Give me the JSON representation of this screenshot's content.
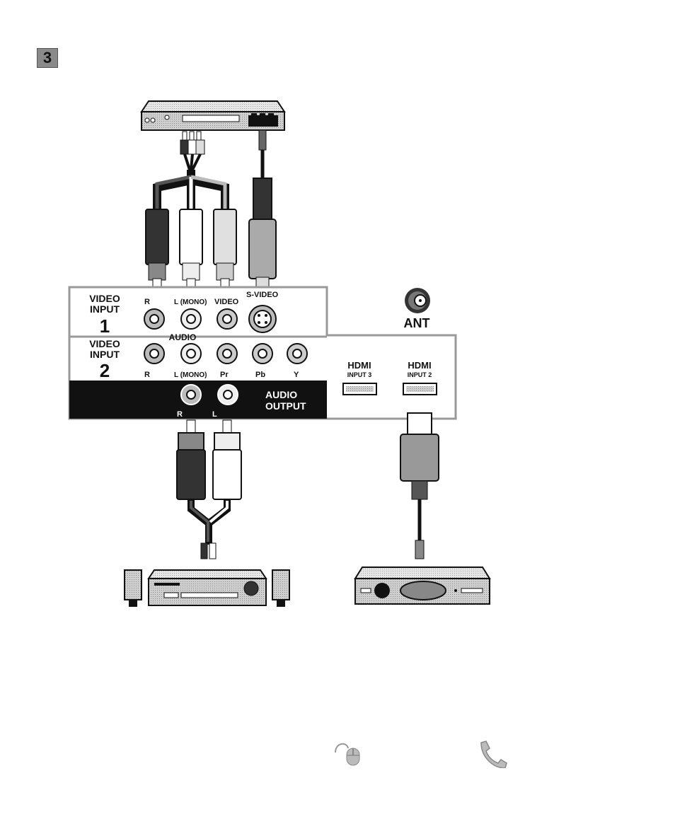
{
  "step_number": "3",
  "panel": {
    "video_input_1": {
      "title": "VIDEO\nINPUT",
      "number": "1",
      "jacks": [
        "R",
        "L (MONO)",
        "VIDEO",
        "S-VIDEO"
      ]
    },
    "audio_label": "AUDIO",
    "video_input_2": {
      "title": "VIDEO\nINPUT",
      "number": "2",
      "jacks": [
        "R",
        "L (MONO)",
        "Pr",
        "Pb",
        "Y"
      ]
    },
    "audio_output": {
      "label": "AUDIO\nOUTPUT",
      "jacks": [
        "R",
        "L"
      ]
    },
    "ant_label": "ANT",
    "hdmi": [
      {
        "logo": "HDMI",
        "label": "INPUT 3"
      },
      {
        "logo": "HDMI",
        "label": "INPUT 2"
      }
    ]
  },
  "devices": [
    "dvd-player",
    "audio-receiver-with-speakers",
    "set-top-box"
  ],
  "footer_icons": [
    "mouse-icon",
    "phone-icon"
  ]
}
